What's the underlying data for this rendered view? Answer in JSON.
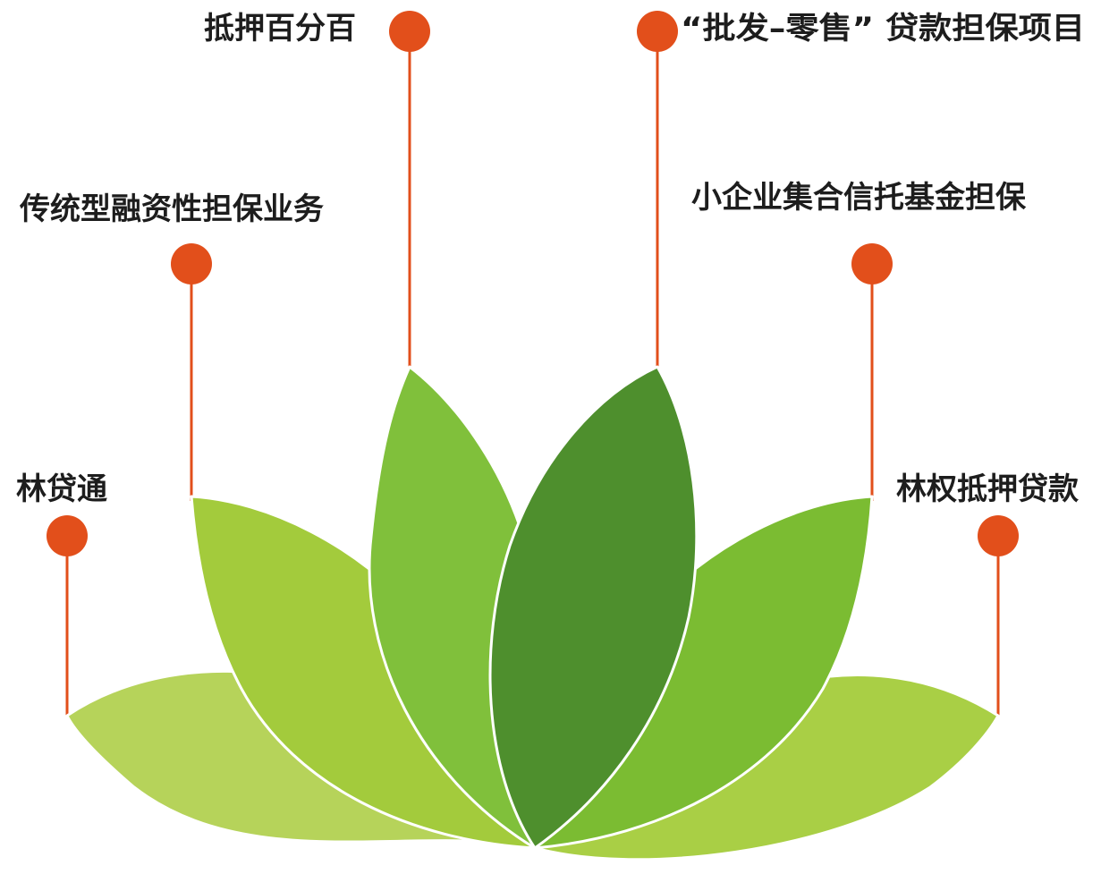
{
  "colors": {
    "connector": "#e24f1b",
    "dot": "#e24f1b",
    "petal_outline": "#ffffff",
    "text": "#1d1d1d",
    "petals": {
      "outer_left": "#b6d35a",
      "outer_right": "#a9cf45",
      "mid_left": "#a3cb3c",
      "mid_right": "#7bbc32",
      "inner_left": "#80c03b",
      "center": "#4e8f2d"
    }
  },
  "items": [
    {
      "id": "lin-dai-tong",
      "label": "林贷通"
    },
    {
      "id": "traditional-guarantee",
      "label": "传统型融资性担保业务"
    },
    {
      "id": "mortgage-100",
      "label": "抵押百分百"
    },
    {
      "id": "wholesale-retail",
      "label": "“批发–零售” 贷款担保项目"
    },
    {
      "id": "small-business-trust",
      "label": "小企业集合信托基金担保"
    },
    {
      "id": "forest-rights-loan",
      "label": "林权抵押贷款"
    }
  ]
}
